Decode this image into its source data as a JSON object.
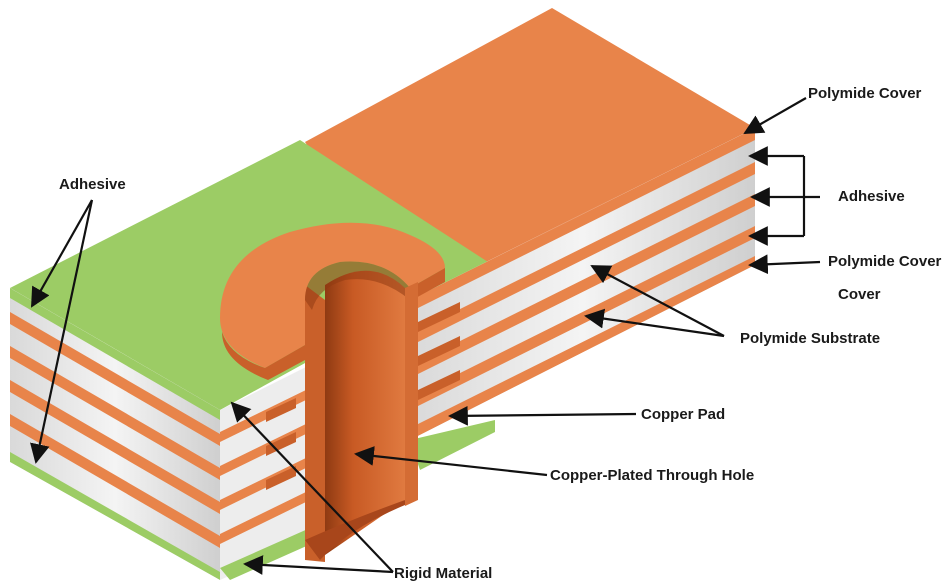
{
  "labels": {
    "adhesive_left": "Adhesive",
    "polymide_cover_top": "Polymide Cover",
    "adhesive_right": "Adhesive",
    "polymide_cover_bottom_line1": "Polymide Cover",
    "polymide_cover_bottom_line2": "Cover",
    "polymide_substrate": "Polymide Substrate",
    "copper_pad": "Copper Pad",
    "through_hole": "Copper-Plated Through Hole",
    "rigid_material": "Rigid Material"
  },
  "colors": {
    "copper": "#e8844a",
    "copper_dark": "#c9602a",
    "copper_deep": "#a8461b",
    "green": "#9ccc65",
    "silver": "#e6e6e6",
    "text": "#1a1a1a"
  }
}
